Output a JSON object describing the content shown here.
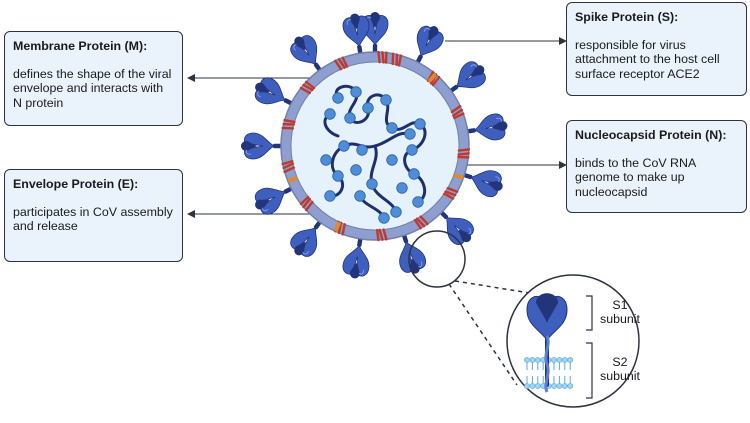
{
  "callouts": {
    "membrane": {
      "title": "Membrane Protein (M):",
      "description": "defines the shape of the viral envelope and interacts with N protein"
    },
    "envelope": {
      "title": "Envelope Protein (E):",
      "description": "participates in CoV assembly and release"
    },
    "spike": {
      "title": "Spike Protein (S):",
      "description": "responsible for virus attachment to the host cell surface receptor ACE2"
    },
    "nucleocapsid": {
      "title": "Nucleocapsid Protein (N):",
      "description": "binds to the CoV RNA genome to make up nucleocapsid"
    }
  },
  "zoom": {
    "s1": {
      "name": "S1",
      "word": "subunit"
    },
    "s2": {
      "name": "S2",
      "word": "subunit"
    }
  },
  "colors": {
    "spike": "#3f5fbf",
    "spike_dark": "#22347a",
    "spike_light": "#5a7fd6",
    "envelope_ring": "#8e9fcf",
    "envelope_ring_dark": "#6f7fb0",
    "interior": "#e6f2fb",
    "membrane_protein": "#c0392b",
    "envelope_protein": "#e08a2a",
    "rna": "#1f2f6e",
    "nucleocapsid_bead": "#4f8ed6",
    "lipid": "#9fd4f0",
    "callout_fill": "#eaf3fb"
  }
}
